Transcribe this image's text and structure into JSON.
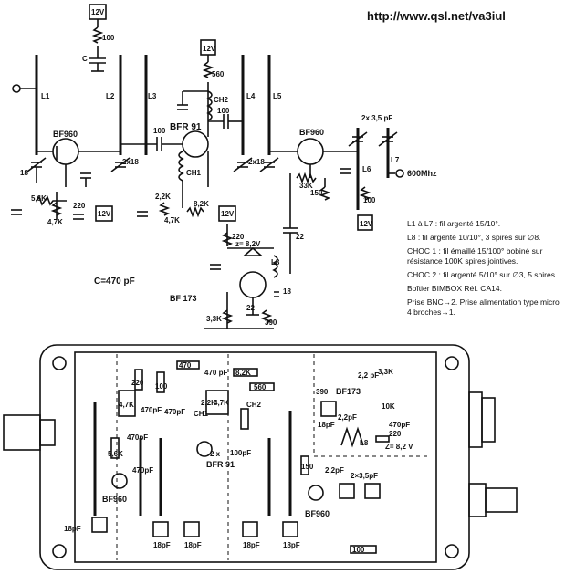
{
  "url": "http://www.qsl.net/va3iul",
  "capacitor_note": "C=470 pF",
  "notes": [
    "L1 à L7 : fil argenté 15/10°.",
    "L8 : fil argenté 10/10°, 3 spires sur ∅8.",
    "CHOC 1 : fil émaillé 15/100° bobiné sur résistance 100K spires jointives.",
    "CHOC 2 : fil argenté 5/10° sur ∅3, 5 spires.",
    "Boîtier BIMBOX Réf. CA14.",
    "Prise BNC→2. Prise alimentation type micro 4 broches→1."
  ],
  "schematic_labels": {
    "v12": "12V",
    "r100_top": "100",
    "r560": "560",
    "ch2": "CH2",
    "c100a": "100",
    "c100b": "100",
    "bfr91": "BFR 91",
    "bf960a": "BF960",
    "bf960b": "BF960",
    "ch1": "CH1",
    "l1": "L1",
    "l2": "L2",
    "l3": "L3",
    "l4": "L4",
    "l5": "L5",
    "l6": "L6",
    "l7": "L7",
    "l8": "L8",
    "c18": "18",
    "c2x18a": "2x18",
    "c2x18b": "2x18",
    "c2x35": "2x 3,5 pF",
    "out600": "600Mhz",
    "r56k": "5,6K",
    "r47k_a": "4,7K",
    "c220": "220",
    "r22k": "2,2K",
    "r47k_b": "4,7K",
    "r82k": "8,2K",
    "r33k": "33K",
    "r150": "150",
    "r100_b": "100",
    "r220": "220",
    "zener": "z= 8,2V",
    "c22": "22",
    "c18b": "18",
    "bf173": "BF 173",
    "r33k_b": "3,3K",
    "r22": "22",
    "r390": "390",
    "c": "C"
  },
  "pcb_labels": {
    "r470": "470",
    "r220": "220",
    "r100": "100",
    "r47k": "4,7K",
    "c470pf_a": "470pF",
    "c470pf_b": "470pF",
    "c470pf_c": "470pF",
    "c470pf_d": "470pF",
    "c470pf_e": "470 pF",
    "r56k": "5,6K",
    "bf960a": "BF960",
    "bf960b": "BF960",
    "c18pf_a": "18pF",
    "c18pf_b": "18pF",
    "c18pf_c": "18pF",
    "c18pf_d": "18pF",
    "c18pf_e": "18pF",
    "c18pf_f": "18pF",
    "r82k": "8,2K",
    "r560": "560",
    "r22k": "2,2K",
    "r47k_b": "4,7K",
    "ch1": "CH1",
    "ch2": "CH2",
    "c2x": "2 x",
    "bfr91": "BFR 91",
    "c100pf": "100pF",
    "r390": "390",
    "bf173": "BF173",
    "c22pf_a": "2,2 pF",
    "c22pf_b": "2,2pF",
    "r33k": "3,3K",
    "r10k": "10K",
    "l8": "L8",
    "r220b": "220",
    "zener": "Z= 8,2 V",
    "r150": "150",
    "c22pf_c": "2,2pF",
    "c2x35": "2×3,5pF",
    "r100b": "100"
  }
}
